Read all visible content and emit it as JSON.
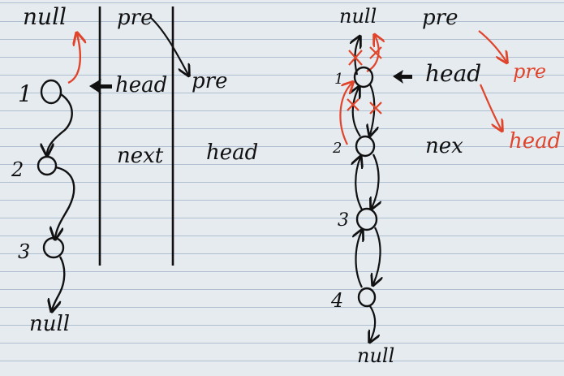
{
  "colors": {
    "paper": "#e6ebf0",
    "rule_line": "#aebfd2",
    "ink": "#111111",
    "accent": "#e0452b"
  },
  "left_list": {
    "top_null": "null",
    "bottom_null": "null",
    "nodes": [
      {
        "label": "1"
      },
      {
        "label": "2"
      },
      {
        "label": "3"
      }
    ]
  },
  "table": {
    "col1": {
      "top": "head",
      "bottom": "next"
    },
    "col2": {
      "top": "pre",
      "middle": "pre",
      "bottom": "head"
    }
  },
  "right_list": {
    "top_null": "null",
    "bottom_null": "null",
    "nodes": [
      {
        "label": "1"
      },
      {
        "label": "2"
      },
      {
        "label": "3"
      },
      {
        "label": "4"
      }
    ],
    "pointers": {
      "pre": "pre",
      "head": "head",
      "nex": "nex",
      "pre_new": "pre",
      "head_new": "head"
    }
  }
}
